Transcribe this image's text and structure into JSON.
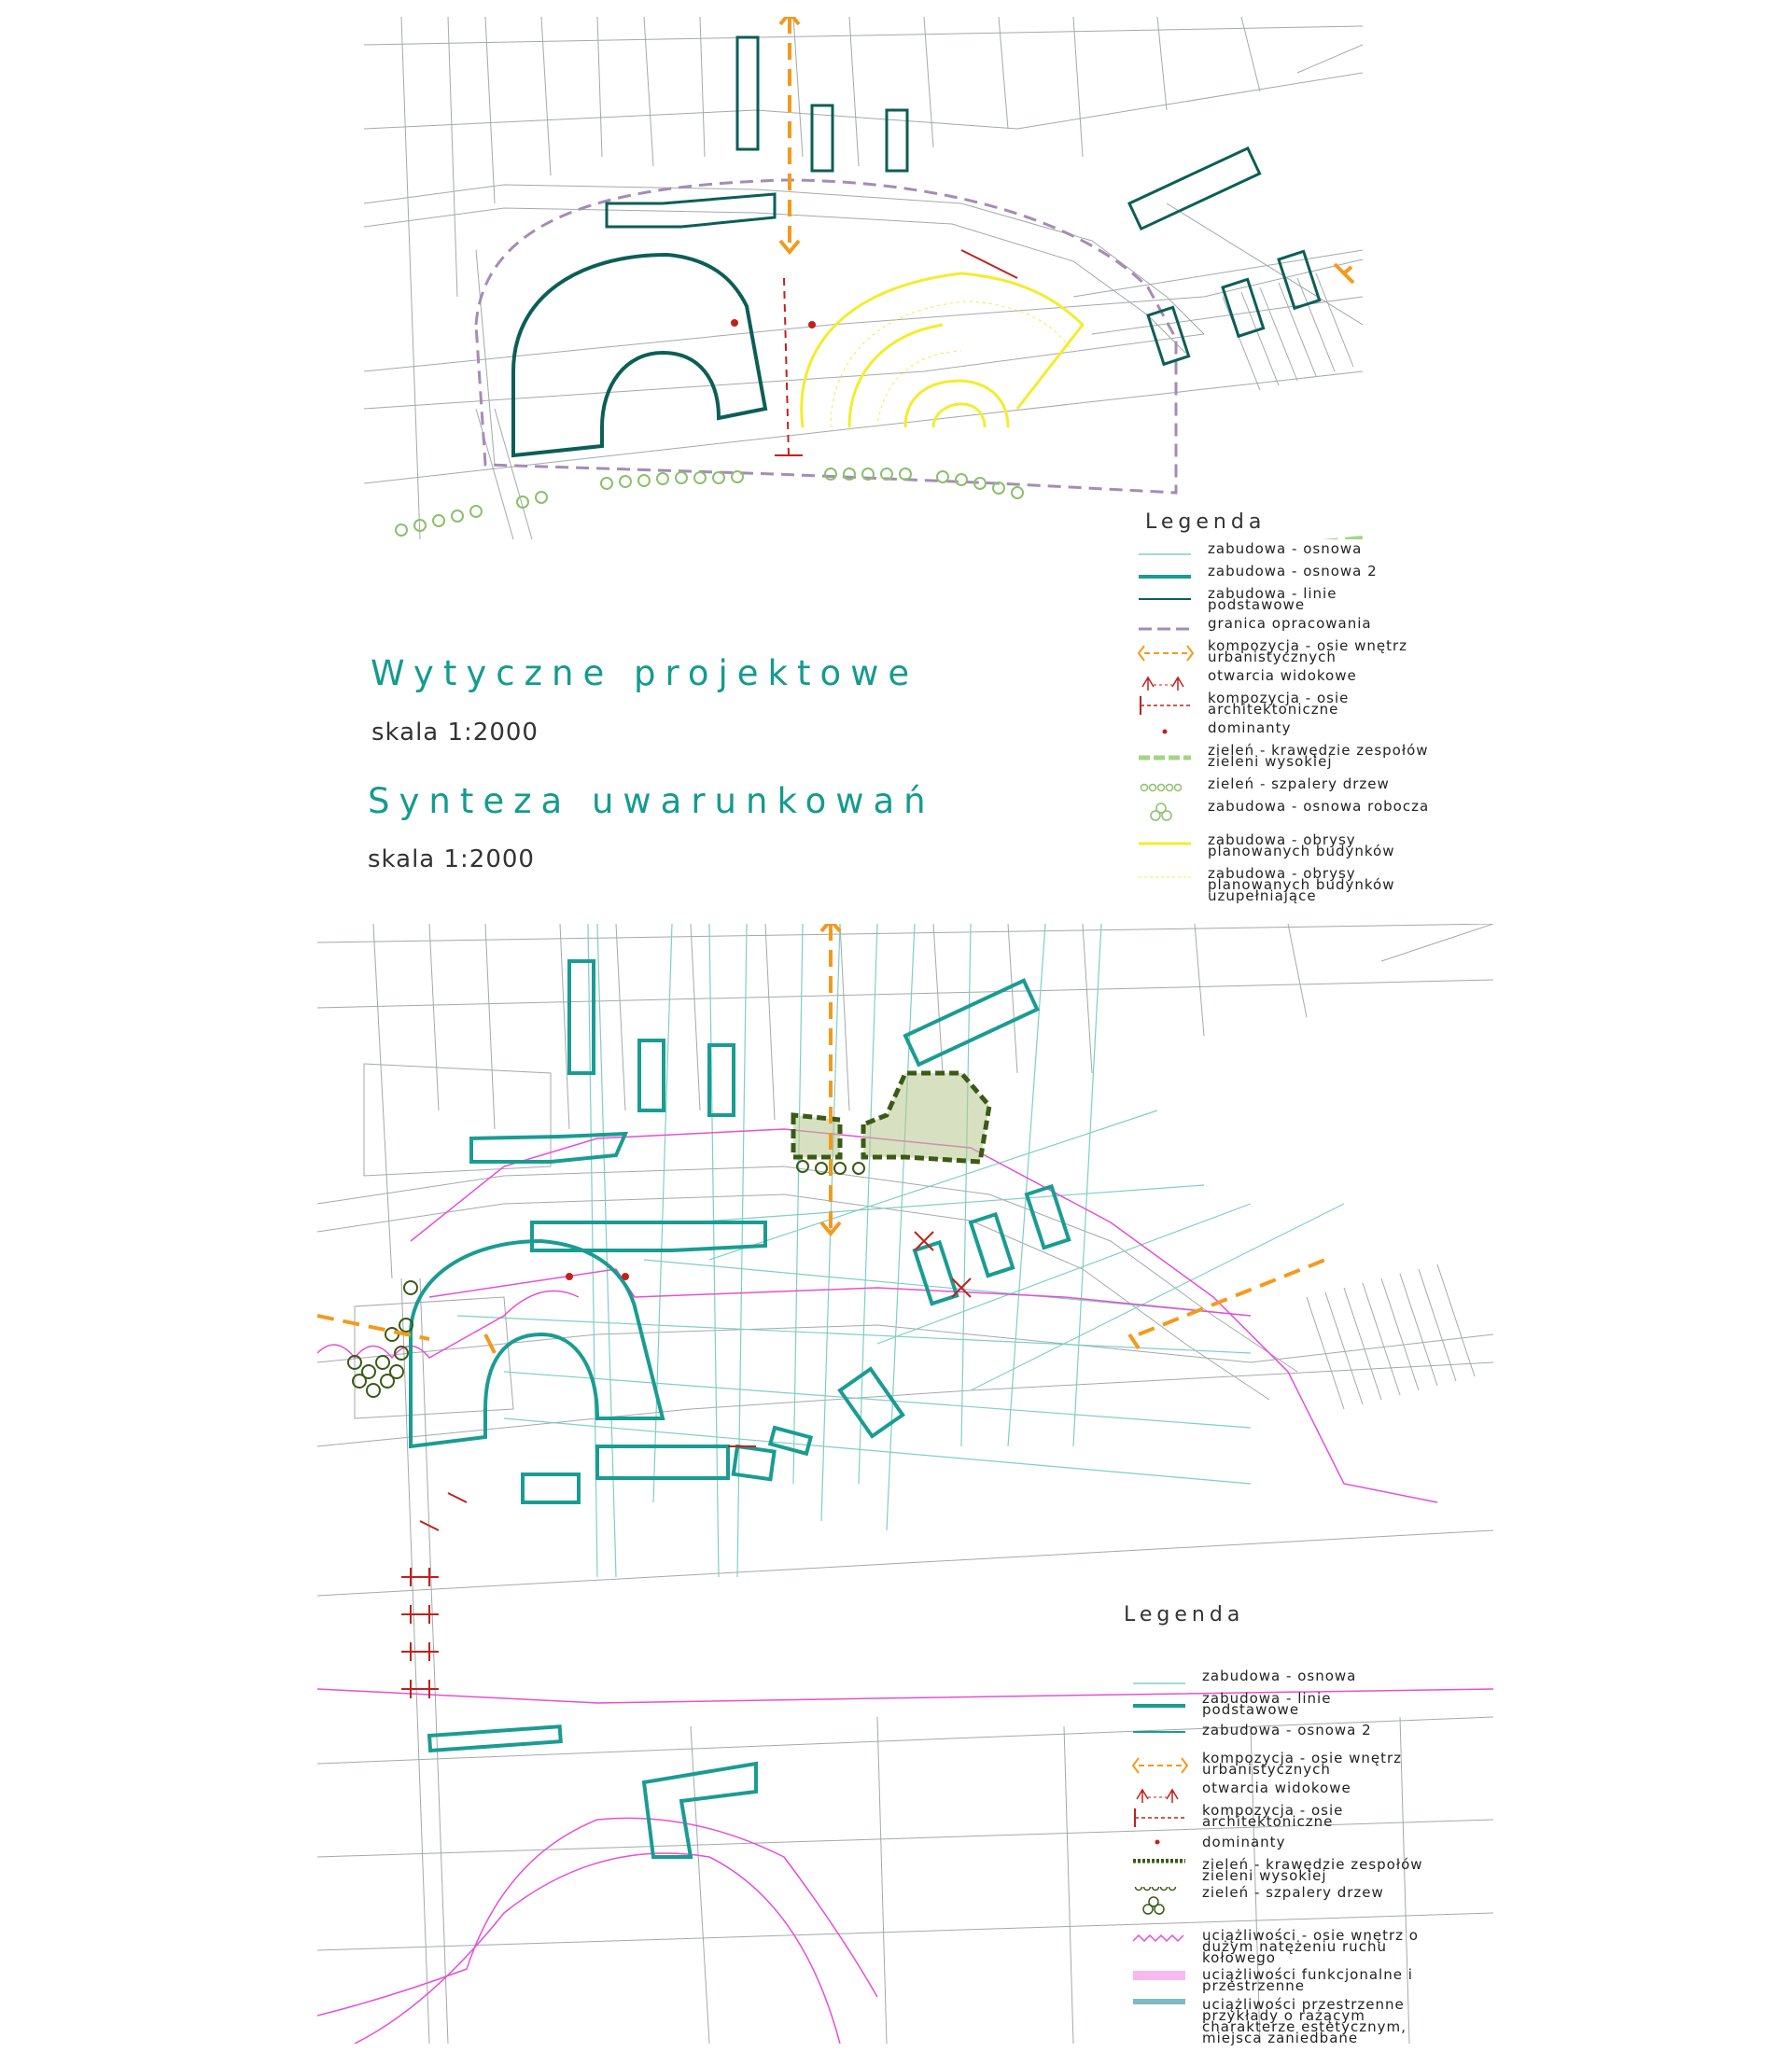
{
  "titles": {
    "top_main": "Wytyczne projektowe",
    "top_scale": "skala 1:2000",
    "bottom_main": "Synteza uwarunkowań",
    "bottom_scale": "skala 1:2000"
  },
  "legend_top": {
    "title": "Legenda",
    "items": [
      {
        "label": "zabudowa - osnowa",
        "symbol": "thin-teal-line"
      },
      {
        "label": "zabudowa - osnowa 2",
        "symbol": "thick-teal-line"
      },
      {
        "label": "zabudowa - linie podstawowe",
        "symbol": "dark-teal-line"
      },
      {
        "label": "granica opracowania",
        "symbol": "purple-dash"
      },
      {
        "label": "kompozycja - osie wnętrz urbanistycznych",
        "symbol": "orange-dash-arrows"
      },
      {
        "label": "otwarcia widokowe",
        "symbol": "red-view-opening"
      },
      {
        "label": "kompozycja - osie architektoniczne",
        "symbol": "red-axis"
      },
      {
        "label": "dominanty",
        "symbol": "red-dot"
      },
      {
        "label": "zieleń - krawędzie zespołów zieleni wysokiej",
        "symbol": "green-thick-dash"
      },
      {
        "label": "zieleń - szpalery drzew",
        "symbol": "green-circles"
      },
      {
        "label": "zabudowa - osnowa robocza",
        "symbol": "green-circle-cluster"
      },
      {
        "label": "zabudowa - obrysy planowanych budynków",
        "symbol": "yellow-line"
      },
      {
        "label": "zabudowa - obrysy planowanych budynków uzupełniające",
        "symbol": "yellow-thin-line"
      }
    ]
  },
  "legend_bottom": {
    "title": "Legenda",
    "items": [
      {
        "label": "zabudowa - osnowa",
        "symbol": "thin-teal-line"
      },
      {
        "label": "zabudowa - linie podstawowe",
        "symbol": "thick-teal-line"
      },
      {
        "label": "zabudowa - osnowa 2",
        "symbol": "dark-teal-line"
      },
      {
        "label": "kompozycja - osie wnętrz urbanistycznych",
        "symbol": "orange-dash-arrows"
      },
      {
        "label": "otwarcia widokowe",
        "symbol": "red-view-opening"
      },
      {
        "label": "kompozycja - osie architektoniczne",
        "symbol": "red-axis"
      },
      {
        "label": "dominanty",
        "symbol": "red-dot"
      },
      {
        "label": "zieleń - krawędzie zespołów zieleni wysokiej",
        "symbol": "olive-dash"
      },
      {
        "label": "zieleń - szpalery drzew",
        "symbol": "olive-circles"
      },
      {
        "label": "",
        "symbol": "olive-circle-cluster"
      },
      {
        "label": "uciążliwości - osie wnętrz o dużym natężeniu ruchu kołowego",
        "symbol": "magenta-zigzag"
      },
      {
        "label": "uciążliwości funkcjonalne i przestrzenne",
        "symbol": "pink-band"
      },
      {
        "label": "uciążliwości przestrzenne przykłady o rażącym charakterze estetycznym, miejsca zaniedbane",
        "symbol": "teal-band"
      }
    ]
  },
  "colors": {
    "teal": "#1a9c92",
    "dark_teal": "#0c5e57",
    "orange": "#f39a1e",
    "red": "#c0221d",
    "yellow": "#f4ec2c",
    "green_dash": "#a6d38a",
    "green_circle": "#8cc06b",
    "olive": "#3a5a16",
    "magenta": "#e64fd7",
    "purple_dash": "#a68bb5",
    "base_line": "#9aa1a3"
  }
}
